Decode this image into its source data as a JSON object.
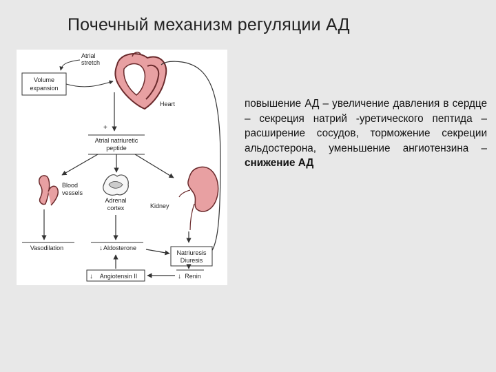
{
  "slide": {
    "title": "Почечный механизм регуляции АД"
  },
  "figure": {
    "labels": {
      "volume_expansion_1": "Volume",
      "volume_expansion_2": "expansion",
      "atrial_stretch_1": "Atrial",
      "atrial_stretch_2": "stretch",
      "heart": "Heart",
      "plus": "+",
      "anp_1": "Atrial natriuretic",
      "anp_2": "peptide",
      "blood_vessels_1": "Blood",
      "blood_vessels_2": "vessels",
      "adrenal_1": "Adrenal",
      "adrenal_2": "cortex",
      "kidney": "Kidney",
      "vasodilation": "Vasodilation",
      "aldosterone": "Aldosterone",
      "natriuresis_1": "Natriuresis",
      "natriuresis_2": "Diuresis",
      "angiotensin": "Angiotensin II",
      "renin": "Renin"
    },
    "colors": {
      "organ_fill": "#e8a0a2",
      "organ_stroke": "#6a2a2c",
      "line": "#333333"
    }
  },
  "text": {
    "part1": "повышение АД – увеличение давления в сердце – секреция натрий -уретического пептида – расширение сосудов, торможение секреции альдостерона, уменьшение ангиотензина – ",
    "part2": "снижение АД"
  }
}
